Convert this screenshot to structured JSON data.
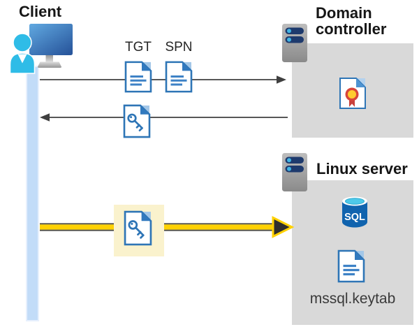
{
  "client": {
    "label": "Client"
  },
  "domain_controller": {
    "label": "Domain controller"
  },
  "linux_server": {
    "label": "Linux server",
    "sql_label": "SQL",
    "keytab_label": "mssql.keytab"
  },
  "tickets": {
    "tgt": "TGT",
    "spn": "SPN"
  },
  "colors": {
    "document_blue": "#2E75B6",
    "node_box_gray": "#D9D9D9",
    "client_timeline_blue": "#C2DCF8",
    "arrow_gray": "#3F3F3F",
    "kerberos_arrow_yellow": "#FFD103",
    "ticket_highlight_yellow": "#FAF2CD",
    "sql_body_blue": "#1063AE",
    "sql_top_cyan": "#4EC9E9",
    "person_cyan": "#2FBCE7",
    "server_pill_navy": "#1E3A6D",
    "certificate_red": "#D8453A",
    "certificate_gold": "#FFCC2F"
  },
  "icons": {
    "client": "person-at-computer-icon",
    "domain_controller": "server-icon",
    "linux_server": "server-icon",
    "tgt": "document-icon",
    "spn": "document-icon",
    "service_ticket": "key-document-icon",
    "certificate": "certificate-icon",
    "sql": "sql-database-icon",
    "keytab": "document-icon"
  }
}
